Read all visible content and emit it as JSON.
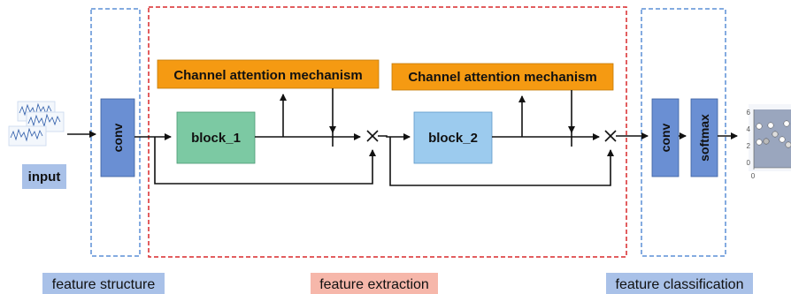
{
  "blocks": {
    "input": "input",
    "conv1": "conv",
    "block1": "block_1",
    "block2": "block_2",
    "cam1": "Channel attention mechanism",
    "cam2": "Channel attention mechanism",
    "conv2": "conv",
    "softmax": "softmax"
  },
  "stages": {
    "structure": "feature structure",
    "extraction": "feature extraction",
    "classification": "feature classification"
  },
  "output_plot": {
    "y_ticks": [
      "6",
      "4",
      "2",
      "0"
    ],
    "x_ticks": [
      "0"
    ]
  },
  "colors": {
    "conv": "#6a8fd3",
    "cam": "#f59a12",
    "block1": "#7cc9a3",
    "block2": "#9ccbee",
    "input_tag": "#a9c1e8",
    "stage_structure": "#a9c1e8",
    "stage_extraction": "#f6b7aa",
    "stage_classification": "#a9c1e8",
    "frame_blue": "#5b8fd6",
    "frame_red": "#d9292b"
  }
}
